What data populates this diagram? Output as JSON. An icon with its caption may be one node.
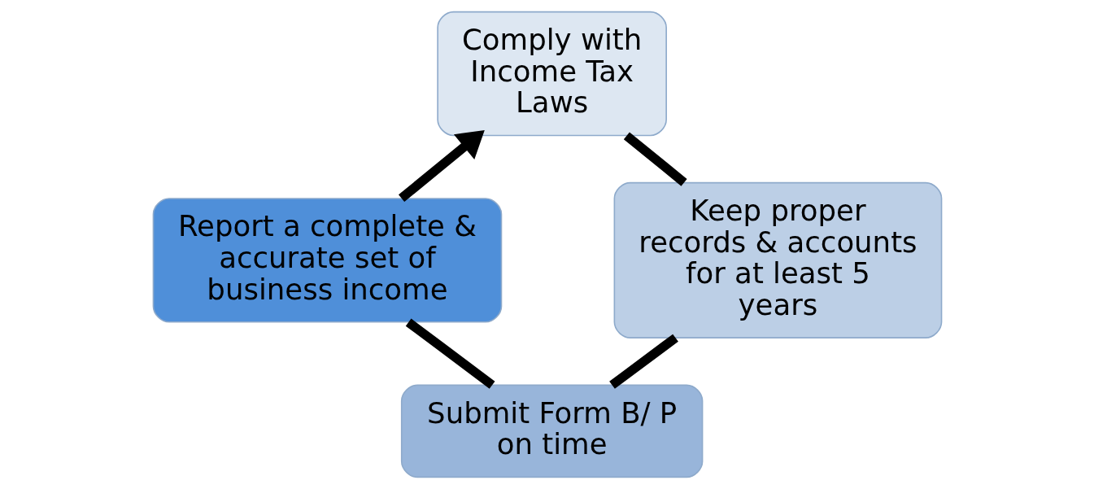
{
  "diagram": {
    "nodes": [
      {
        "text": [
          "Comply with Income Tax Laws"
        ]
      },
      {
        "text": [
          "Keep proper records & accounts for at least 5 years"
        ]
      },
      {
        "text": [
          "Submit Form B/ P on time"
        ]
      },
      {
        "text": [
          "Report a complete & accurate set of business income"
        ]
      }
    ],
    "edges": [
      {
        "from": 0,
        "to": 1,
        "arrow": "none"
      },
      {
        "from": 1,
        "to": 2,
        "arrow": "none"
      },
      {
        "from": 2,
        "to": 3,
        "arrow": "none"
      },
      {
        "from": 3,
        "to": 0,
        "arrow": "to"
      }
    ]
  }
}
